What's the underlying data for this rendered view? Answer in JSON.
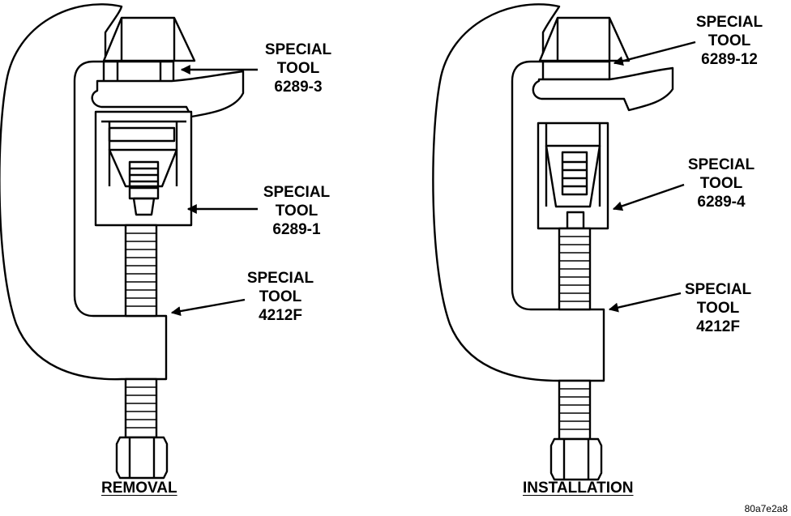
{
  "removal": {
    "caption": "REMOVAL",
    "callouts": [
      {
        "line1": "SPECIAL",
        "line2": "TOOL",
        "line3": "6289-3"
      },
      {
        "line1": "SPECIAL",
        "line2": "TOOL",
        "line3": "6289-1"
      },
      {
        "line1": "SPECIAL",
        "line2": "TOOL",
        "line3": "4212F"
      }
    ]
  },
  "installation": {
    "caption": "INSTALLATION",
    "callouts": [
      {
        "line1": "SPECIAL",
        "line2": "TOOL",
        "line3": "6289-12"
      },
      {
        "line1": "SPECIAL",
        "line2": "TOOL",
        "line3": "6289-4"
      },
      {
        "line1": "SPECIAL",
        "line2": "TOOL",
        "line3": "4212F"
      }
    ]
  },
  "figure_code": "80a7e2a8"
}
